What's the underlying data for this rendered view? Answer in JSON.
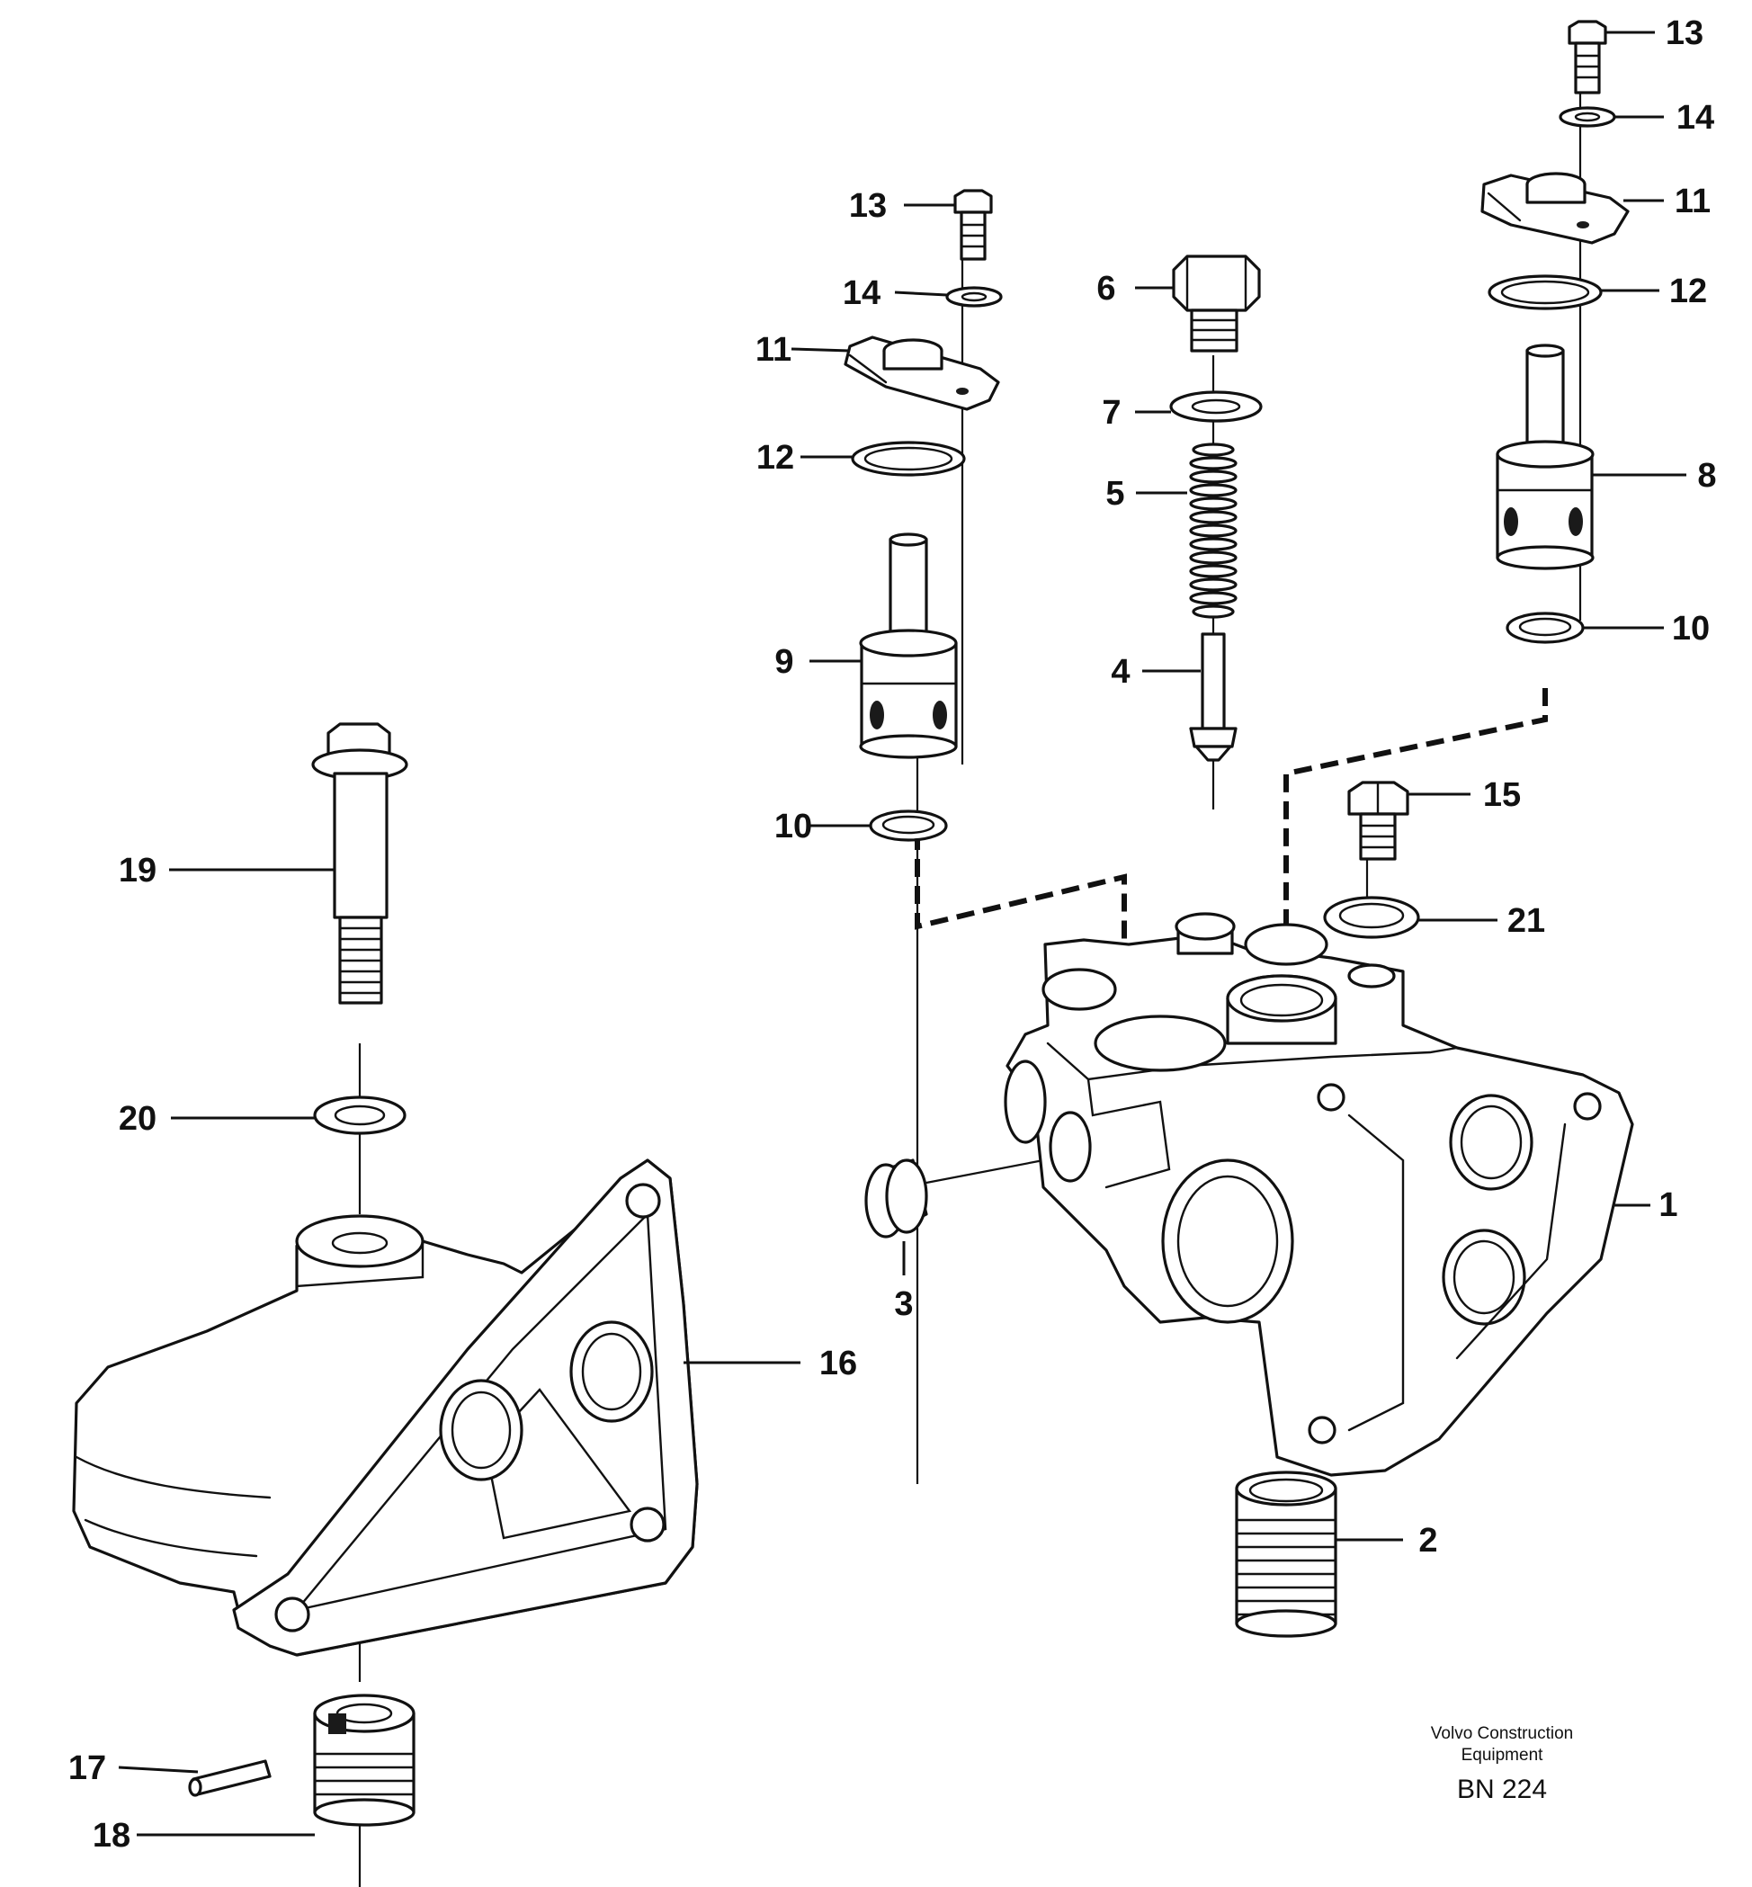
{
  "callouts": {
    "c1": "1",
    "c2": "2",
    "c3": "3",
    "c4": "4",
    "c5": "5",
    "c6": "6",
    "c7": "7",
    "c8": "8",
    "c9": "9",
    "c10a": "10",
    "c10b": "10",
    "c11a": "11",
    "c11b": "11",
    "c12a": "12",
    "c12b": "12",
    "c13a": "13",
    "c13b": "13",
    "c14a": "14",
    "c14b": "14",
    "c15": "15",
    "c16": "16",
    "c17": "17",
    "c18": "18",
    "c19": "19",
    "c20": "20",
    "c21": "21"
  },
  "footer": {
    "line1": "Volvo Construction",
    "line2": "Equipment",
    "code": "BN 224"
  }
}
